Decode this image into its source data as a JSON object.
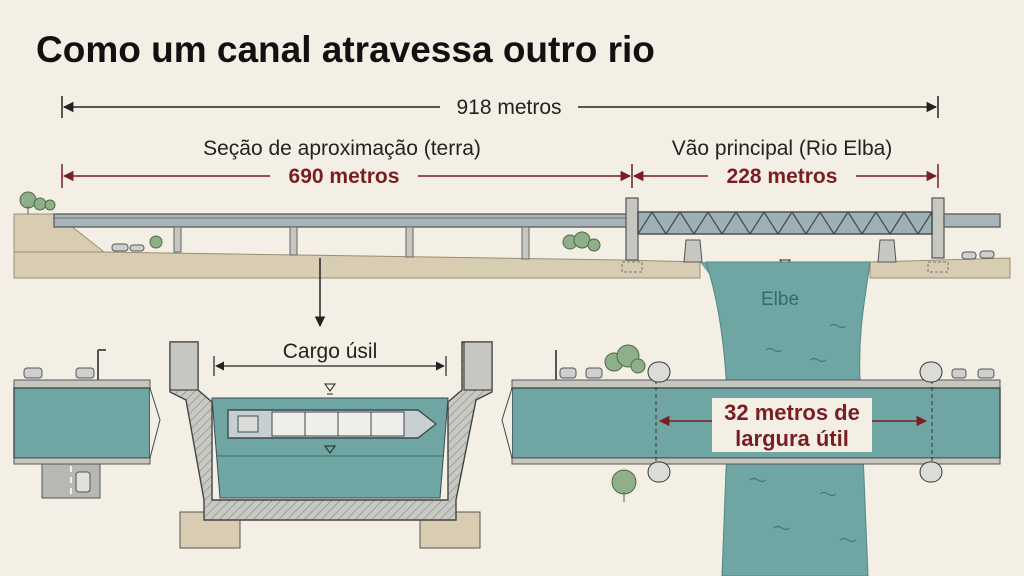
{
  "title": "Como um canal atravessa outro rio",
  "total_length": "918 metros",
  "approach": {
    "label": "Seção de aproximação (terra)",
    "length": "690 metros"
  },
  "main_span": {
    "label": "Vão principal (Rio Elba)",
    "length": "228 metros"
  },
  "river_name": "Elbe",
  "cross_section": {
    "label": "Cargo úsil"
  },
  "width": {
    "line1": "32 metros de",
    "line2": "largura útil"
  },
  "colors": {
    "water": "#6fa5a2",
    "ground": "#d8cdb2",
    "concrete": "#c7c7c2",
    "accent_red": "#7a1e24",
    "background": "#f3efe4"
  }
}
